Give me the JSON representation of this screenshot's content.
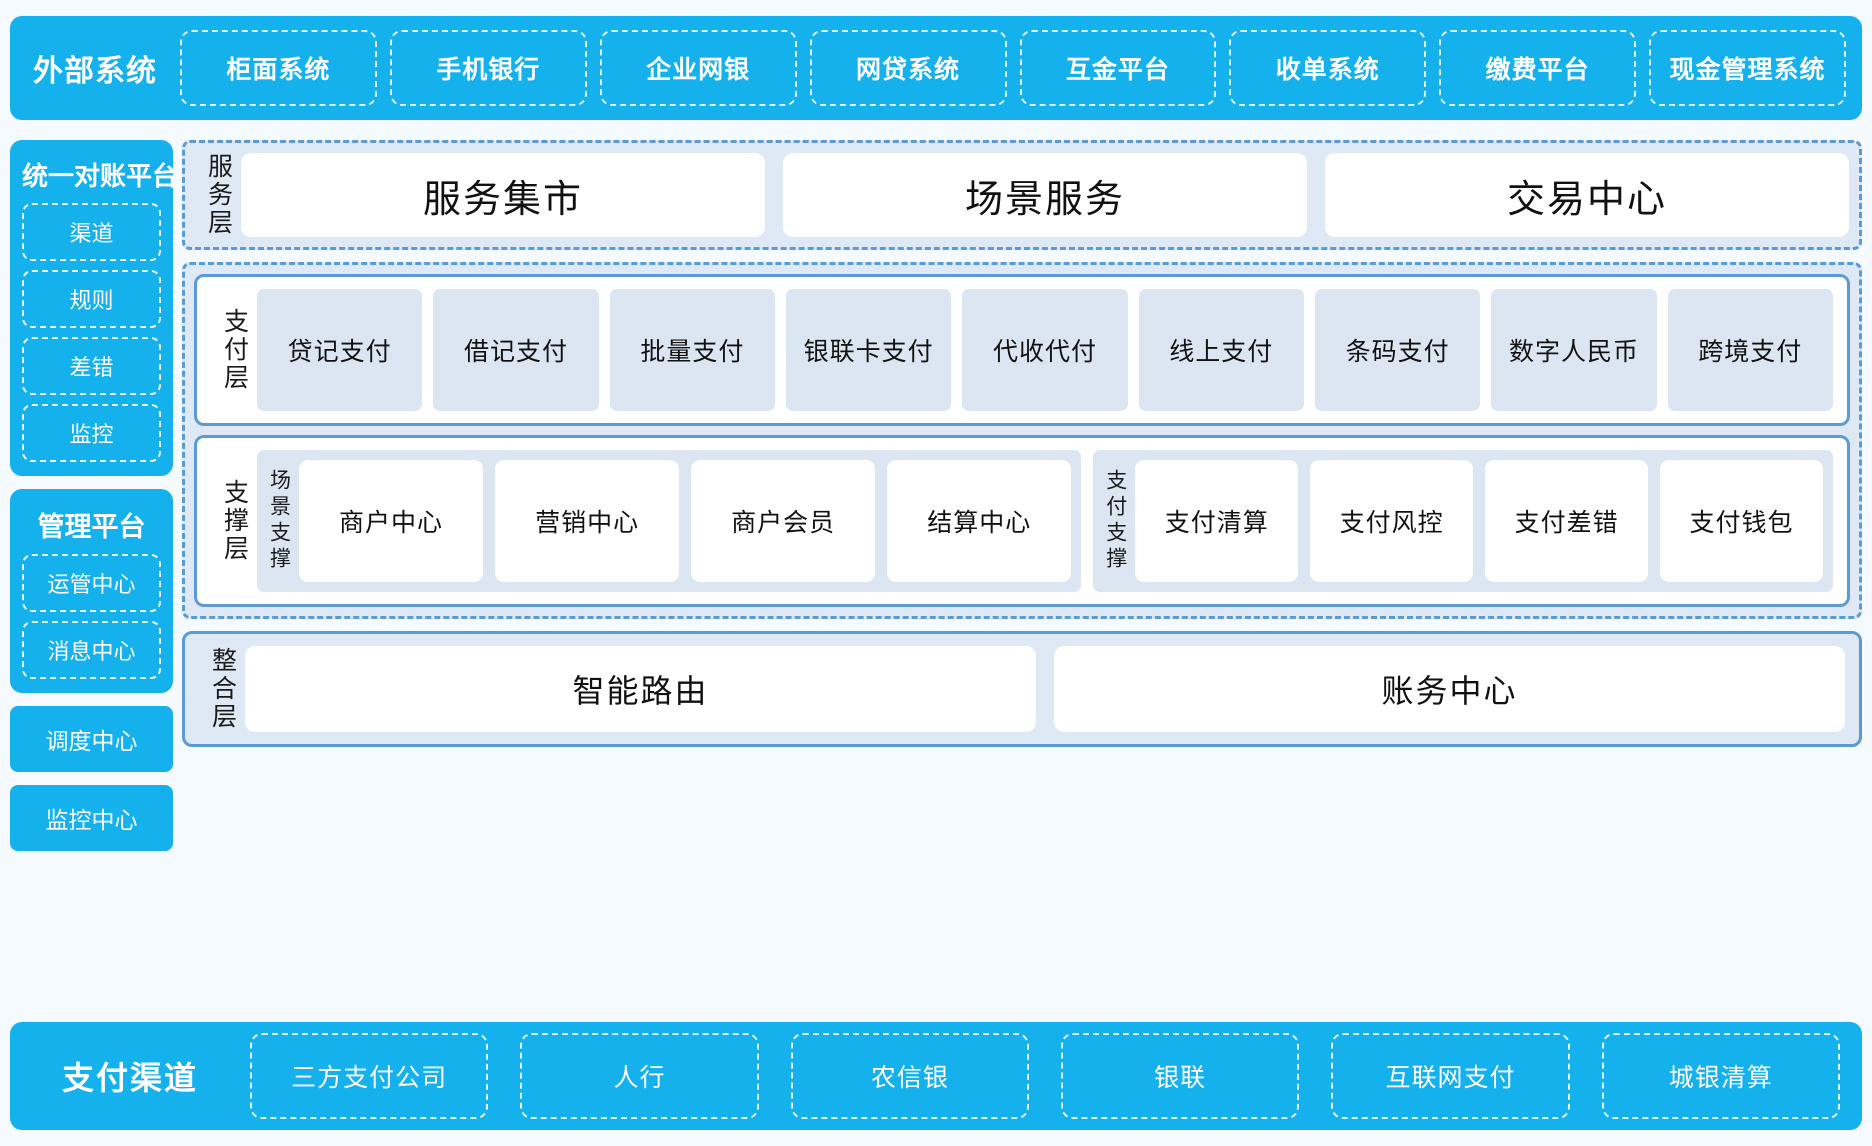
{
  "external": {
    "title": "外部系统",
    "items": [
      "柜面系统",
      "手机银行",
      "企业网银",
      "网贷系统",
      "互金平台",
      "收单系统",
      "缴费平台",
      "现金管理系统"
    ]
  },
  "sidebar": {
    "reconciliation": {
      "title": "统一对账平台",
      "items": [
        "渠道",
        "规则",
        "差错",
        "监控"
      ]
    },
    "management": {
      "title": "管理平台",
      "items": [
        "运管中心",
        "消息中心"
      ]
    },
    "standalone": [
      "调度中心",
      "监控中心"
    ]
  },
  "service_layer": {
    "label": "服务层",
    "cards": [
      "服务集市",
      "场景服务",
      "交易中心"
    ]
  },
  "payment_layer": {
    "label": "支付层",
    "cards": [
      "贷记支付",
      "借记支付",
      "批量支付",
      "银联卡支付",
      "代收代付",
      "线上支付",
      "条码支付",
      "数字人民币",
      "跨境支付"
    ]
  },
  "support_layer": {
    "label": "支撑层",
    "groups": [
      {
        "label": "场景支撑",
        "cards": [
          "商户中心",
          "营销中心",
          "商户会员",
          "结算中心"
        ]
      },
      {
        "label": "支付支撑",
        "cards": [
          "支付清算",
          "支付风控",
          "支付差错",
          "支付钱包"
        ]
      }
    ]
  },
  "integration_layer": {
    "label": "整合层",
    "cards": [
      "智能路由",
      "账务中心"
    ]
  },
  "channel": {
    "title": "支付渠道",
    "items": [
      "三方支付公司",
      "人行",
      "农信银",
      "银联",
      "互联网支付",
      "城银清算"
    ]
  },
  "colors": {
    "brand_blue": "#14b1ec",
    "dashed_blue": "#5b9bd5",
    "panel_bg": "#dfe9f5",
    "card_bg": "#dce6f3",
    "page_bg": "#f4fafd"
  }
}
